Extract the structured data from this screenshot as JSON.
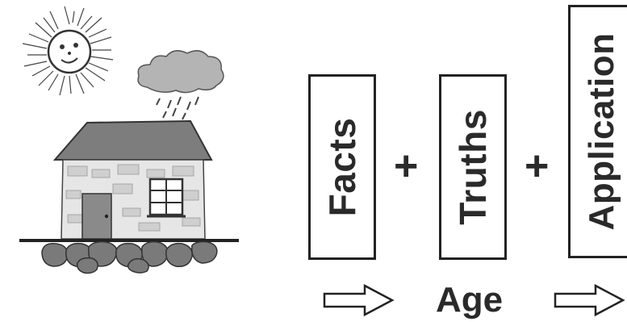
{
  "diagram": {
    "boxes": [
      {
        "label": "Facts"
      },
      {
        "label": "Truths"
      },
      {
        "label": "Application"
      }
    ],
    "operators": [
      "+",
      "+"
    ],
    "bottom_label": "Age",
    "icons": [
      "house-illustration",
      "sun-icon",
      "rain-cloud-icon",
      "outline-arrow-icon"
    ]
  }
}
